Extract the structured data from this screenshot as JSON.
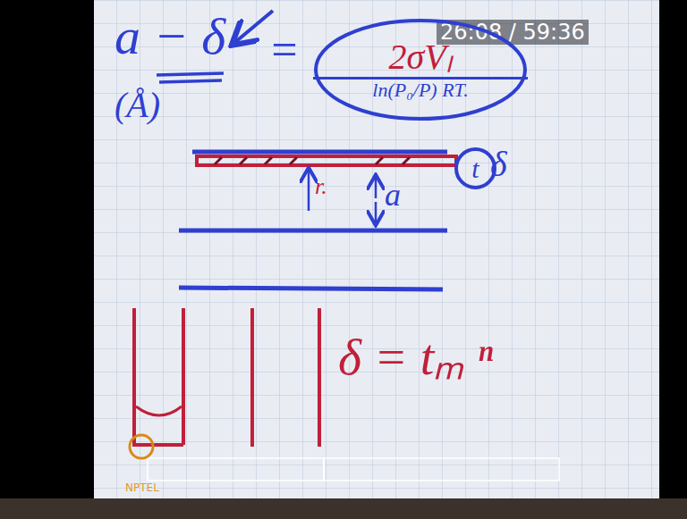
{
  "diagram": {
    "nodes": [
      {
        "text": [
          "2σVₗ",
          "ln(P₀/P) RT."
        ]
      },
      {
        "text": [
          "t"
        ]
      }
    ],
    "labels": [
      "a − δ",
      "=",
      "(Å)",
      "r.",
      "a",
      "δ",
      "δ = tₘ ⁿ",
      "26:08 / 59:36",
      "NPTEL"
    ]
  }
}
